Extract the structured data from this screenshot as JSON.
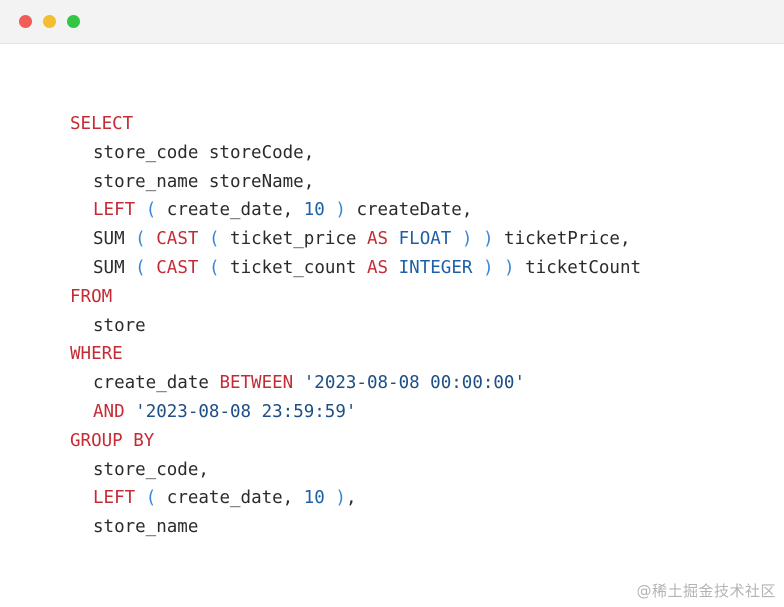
{
  "window": {
    "controls": [
      {
        "name": "close-button",
        "color": "#ee5e57"
      },
      {
        "name": "minimize-button",
        "color": "#f5bd30"
      },
      {
        "name": "zoom-button",
        "color": "#32c643"
      }
    ]
  },
  "colors": {
    "plain": "#2b2b2b",
    "keyword": "#c52b35",
    "paren": "#3a86d6",
    "number": "#1d5fa8",
    "string": "#1d4f86"
  },
  "code": {
    "lines": [
      {
        "indent": 0,
        "tokens": [
          {
            "t": "SELECT",
            "k": "keyword"
          }
        ]
      },
      {
        "indent": 1,
        "tokens": [
          {
            "t": "store_code storeCode,",
            "k": "plain"
          }
        ]
      },
      {
        "indent": 1,
        "tokens": [
          {
            "t": "store_name storeName,",
            "k": "plain"
          }
        ]
      },
      {
        "indent": 1,
        "tokens": [
          {
            "t": "LEFT",
            "k": "keyword"
          },
          {
            "t": " ",
            "k": "plain"
          },
          {
            "t": "(",
            "k": "paren"
          },
          {
            "t": " create_date, ",
            "k": "plain"
          },
          {
            "t": "10",
            "k": "number"
          },
          {
            "t": " ",
            "k": "plain"
          },
          {
            "t": ")",
            "k": "paren"
          },
          {
            "t": " createDate,",
            "k": "plain"
          }
        ]
      },
      {
        "indent": 1,
        "tokens": [
          {
            "t": "SUM",
            "k": "plain"
          },
          {
            "t": " ",
            "k": "plain"
          },
          {
            "t": "(",
            "k": "paren"
          },
          {
            "t": " ",
            "k": "plain"
          },
          {
            "t": "CAST",
            "k": "keyword"
          },
          {
            "t": " ",
            "k": "plain"
          },
          {
            "t": "(",
            "k": "paren"
          },
          {
            "t": " ticket_price ",
            "k": "plain"
          },
          {
            "t": "AS",
            "k": "keyword"
          },
          {
            "t": " ",
            "k": "plain"
          },
          {
            "t": "FLOAT",
            "k": "number"
          },
          {
            "t": " ",
            "k": "plain"
          },
          {
            "t": ")",
            "k": "paren"
          },
          {
            "t": " ",
            "k": "plain"
          },
          {
            "t": ")",
            "k": "paren"
          },
          {
            "t": " ticketPrice,",
            "k": "plain"
          }
        ]
      },
      {
        "indent": 1,
        "tokens": [
          {
            "t": "SUM",
            "k": "plain"
          },
          {
            "t": " ",
            "k": "plain"
          },
          {
            "t": "(",
            "k": "paren"
          },
          {
            "t": " ",
            "k": "plain"
          },
          {
            "t": "CAST",
            "k": "keyword"
          },
          {
            "t": " ",
            "k": "plain"
          },
          {
            "t": "(",
            "k": "paren"
          },
          {
            "t": " ticket_count ",
            "k": "plain"
          },
          {
            "t": "AS",
            "k": "keyword"
          },
          {
            "t": " ",
            "k": "plain"
          },
          {
            "t": "INTEGER",
            "k": "number"
          },
          {
            "t": " ",
            "k": "plain"
          },
          {
            "t": ")",
            "k": "paren"
          },
          {
            "t": " ",
            "k": "plain"
          },
          {
            "t": ")",
            "k": "paren"
          },
          {
            "t": " ticketCount",
            "k": "plain"
          }
        ]
      },
      {
        "indent": 0,
        "tokens": [
          {
            "t": "FROM",
            "k": "keyword"
          }
        ]
      },
      {
        "indent": 1,
        "tokens": [
          {
            "t": "store",
            "k": "plain"
          }
        ]
      },
      {
        "indent": 0,
        "tokens": [
          {
            "t": "WHERE",
            "k": "keyword"
          }
        ]
      },
      {
        "indent": 1,
        "tokens": [
          {
            "t": "create_date ",
            "k": "plain"
          },
          {
            "t": "BETWEEN",
            "k": "keyword"
          },
          {
            "t": " ",
            "k": "plain"
          },
          {
            "t": "'2023-08-08 00:00:00'",
            "k": "string"
          }
        ]
      },
      {
        "indent": 1,
        "tokens": [
          {
            "t": "AND",
            "k": "keyword"
          },
          {
            "t": " ",
            "k": "plain"
          },
          {
            "t": "'2023-08-08 23:59:59'",
            "k": "string"
          }
        ]
      },
      {
        "indent": 0,
        "tokens": [
          {
            "t": "GROUP BY",
            "k": "keyword"
          }
        ]
      },
      {
        "indent": 1,
        "tokens": [
          {
            "t": "store_code,",
            "k": "plain"
          }
        ]
      },
      {
        "indent": 1,
        "tokens": [
          {
            "t": "LEFT",
            "k": "keyword"
          },
          {
            "t": " ",
            "k": "plain"
          },
          {
            "t": "(",
            "k": "paren"
          },
          {
            "t": " create_date, ",
            "k": "plain"
          },
          {
            "t": "10",
            "k": "number"
          },
          {
            "t": " ",
            "k": "plain"
          },
          {
            "t": ")",
            "k": "paren"
          },
          {
            "t": ",",
            "k": "plain"
          }
        ]
      },
      {
        "indent": 1,
        "tokens": [
          {
            "t": "store_name",
            "k": "plain"
          }
        ]
      }
    ]
  },
  "watermark": {
    "text": "@稀土掘金技术社区"
  }
}
